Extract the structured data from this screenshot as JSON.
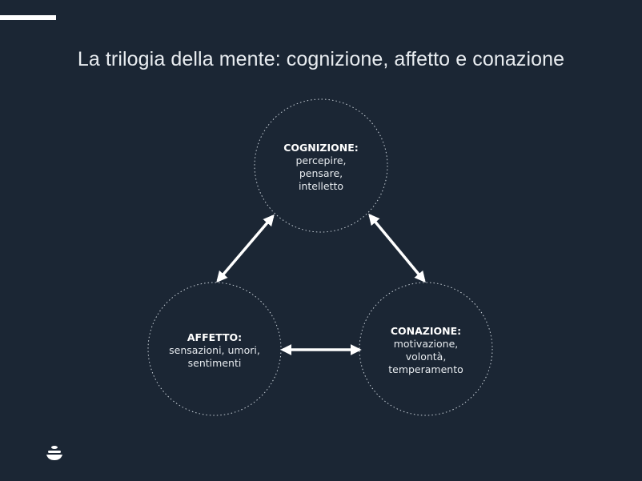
{
  "title": "La trilogia della mente: cognizione, affetto e conazione",
  "nodes": {
    "cognizione": {
      "heading": "COGNIZIONE:",
      "lines": [
        "percepire,",
        "pensare,",
        "intelletto"
      ]
    },
    "affetto": {
      "heading": "AFFETTO:",
      "lines": [
        "sensazioni, umori,",
        "sentimenti"
      ]
    },
    "conazione": {
      "heading": "CONAZIONE:",
      "lines": [
        "motivazione,",
        "volontà,",
        "temperamento"
      ]
    }
  },
  "colors": {
    "background": "#1b2634",
    "foreground": "#ffffff"
  }
}
